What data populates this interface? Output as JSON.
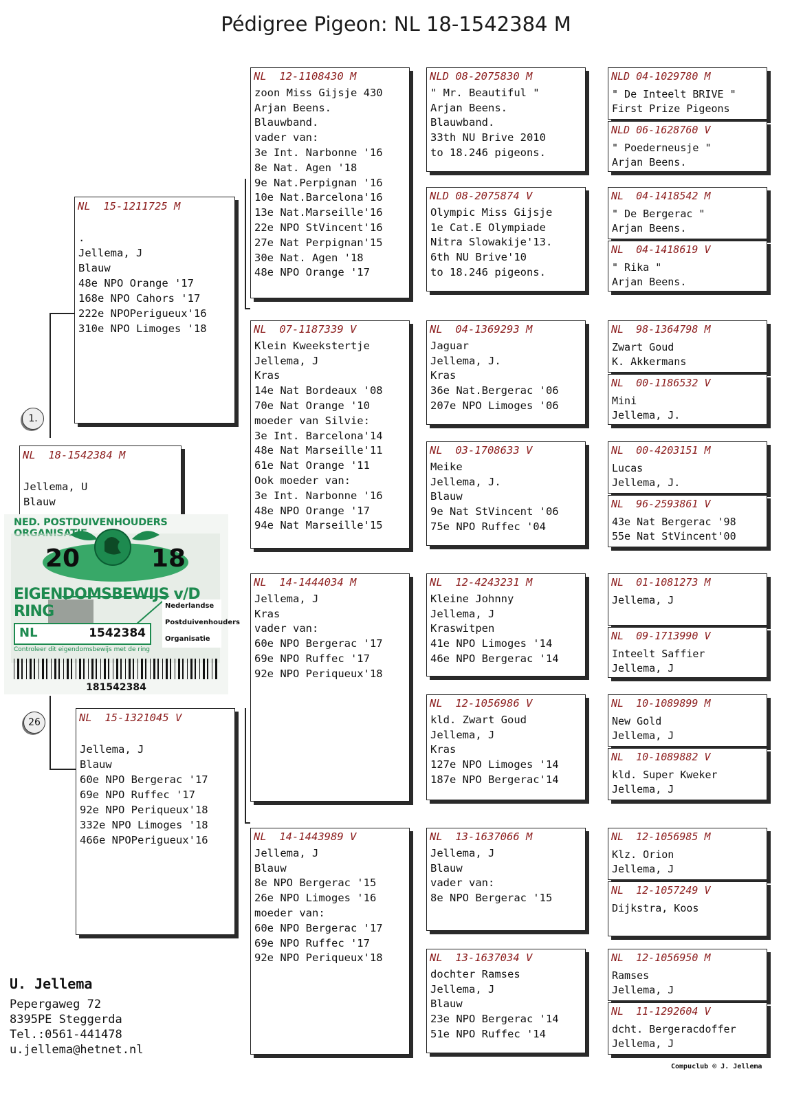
{
  "title": "Pédigree Pigeon: NL  18-1542384 M",
  "badges": {
    "first": "1.",
    "second": "26"
  },
  "subject": {
    "ring": "NL  18-1542384 M",
    "lines": [
      "Jellema, U",
      "Blauw"
    ]
  },
  "g1": [
    {
      "ring": "NL  15-1211725 M",
      "lines": [
        ".",
        "Jellema, J",
        "Blauw",
        "48e NPO Orange '17",
        "168e NPO Cahors '17",
        "222e NPOPerigueux'16",
        "310e NPO Limoges '18"
      ]
    },
    {
      "ring": "NL  15-1321045 V",
      "lines": [
        "Jellema, J",
        "Blauw",
        "60e NPO Bergerac '17",
        "69e NPO Ruffec '17",
        "92e NPO Periqueux'18",
        "332e NPO Limoges '18",
        "466e NPOPerigueux'16"
      ]
    }
  ],
  "g2": [
    {
      "ring": "NL  12-1108430 M",
      "lines": [
        "zoon Miss Gijsje 430",
        "Arjan Beens.",
        "Blauwband.",
        "vader van:",
        "3e Int. Narbonne '16",
        "8e Nat. Agen '18",
        "9e Nat.Perpignan '16",
        "10e Nat.Barcelona'16",
        "13e Nat.Marseille'16",
        "22e NPO StVincent'16",
        "27e Nat Perpignan'15",
        "30e Nat. Agen '18",
        "48e NPO Orange '17"
      ]
    },
    {
      "ring": "NL  07-1187339 V",
      "lines": [
        "Klein Kweekstertje",
        "Jellema, J",
        "Kras",
        "14e Nat Bordeaux '08",
        "70e Nat Orange '10",
        "moeder van Silvie:",
        "3e Int. Barcelona'14",
        "48e Nat Marseille'11",
        "61e Nat Orange '11",
        "Ook moeder van:",
        "3e Int. Narbonne '16",
        "48e NPO Orange '17",
        "94e Nat Marseille'15"
      ]
    },
    {
      "ring": "NL  14-1444034 M",
      "lines": [
        "",
        "Jellema, J",
        "Kras",
        "vader van:",
        "60e NPO Bergerac '17",
        "69e NPO Ruffec '17",
        "92e NPO Periqueux'18"
      ]
    },
    {
      "ring": "NL  14-1443989 V",
      "lines": [
        "",
        "Jellema, J",
        "Blauw",
        "8e NPO Bergerac '15",
        "26e NPO Limoges '16",
        "moeder van:",
        "60e NPO Bergerac '17",
        "69e NPO Ruffec '17",
        "92e NPO Periqueux'18"
      ]
    }
  ],
  "g3": [
    {
      "ring": "NLD 08-2075830 M",
      "lines": [
        "\" Mr. Beautiful \"",
        "Arjan Beens.",
        "Blauwband.",
        "33th NU Brive 2010",
        "to 18.246 pigeons."
      ]
    },
    {
      "ring": "NLD 08-2075874 V",
      "lines": [
        "Olympic Miss Gijsje",
        "1e Cat.E Olympiade",
        "Nitra Slowakije'13.",
        "6th NU Brive'10",
        "to 18.246 pigeons."
      ]
    },
    {
      "ring": "NL  04-1369293 M",
      "lines": [
        "Jaguar",
        "Jellema, J.",
        "Kras",
        "36e Nat.Bergerac '06",
        "207e NPO Limoges '06"
      ]
    },
    {
      "ring": "NL  03-1708633 V",
      "lines": [
        "Meike",
        "Jellema, J.",
        "Blauw",
        "9e Nat StVincent '06",
        "75e NPO Ruffec '04"
      ]
    },
    {
      "ring": "NL  12-4243231 M",
      "lines": [
        "Kleine Johnny",
        "Jellema, J",
        "Kraswitpen",
        "41e NPO Limoges '14",
        "46e NPO Bergerac '14"
      ]
    },
    {
      "ring": "NL  12-1056986 V",
      "lines": [
        "kld. Zwart Goud",
        "Jellema, J",
        "Kras",
        "127e NPO Limoges '14",
        "187e NPO Bergerac'14"
      ]
    },
    {
      "ring": "NL  13-1637066 M",
      "lines": [
        "",
        "Jellema, J",
        "Blauw",
        "vader van:",
        "8e NPO Bergerac '15"
      ]
    },
    {
      "ring": "NL  13-1637034 V",
      "lines": [
        "dochter Ramses",
        "Jellema, J",
        "Blauw",
        "23e NPO Bergerac '14",
        "51e NPO Ruffec '14"
      ]
    }
  ],
  "g4": [
    {
      "ring": "NLD 04-1029780 M",
      "lines": [
        "\" De Inteelt BRIVE \"",
        "First Prize Pigeons"
      ]
    },
    {
      "ring": "NLD 06-1628760 V",
      "lines": [
        "\" Poederneusje \"",
        "Arjan Beens."
      ]
    },
    {
      "ring": "NL  04-1418542 M",
      "lines": [
        "\" De Bergerac \"",
        "Arjan Beens."
      ]
    },
    {
      "ring": "NL  04-1418619 V",
      "lines": [
        "\" Rika \"",
        "Arjan Beens."
      ]
    },
    {
      "ring": "NL  98-1364798 M",
      "lines": [
        "Zwart Goud",
        "K. Akkermans"
      ]
    },
    {
      "ring": "NL  00-1186532 V",
      "lines": [
        "Mini",
        "Jellema, J."
      ]
    },
    {
      "ring": "NL  00-4203151 M",
      "lines": [
        "Lucas",
        "Jellema, J."
      ]
    },
    {
      "ring": "NL  96-2593861 V",
      "lines": [
        "43e Nat Bergerac '98",
        "55e Nat StVincent'00"
      ]
    },
    {
      "ring": "NL  01-1081273 M",
      "lines": [
        "",
        "Jellema, J"
      ]
    },
    {
      "ring": "NL  09-1713990 V",
      "lines": [
        "Inteelt Saffier",
        "Jellema, J"
      ]
    },
    {
      "ring": "NL  10-1089899 M",
      "lines": [
        "New Gold",
        "Jellema, J"
      ]
    },
    {
      "ring": "NL  10-1089882 V",
      "lines": [
        "kld. Super Kweker",
        "Jellema, J"
      ]
    },
    {
      "ring": "NL  12-1056985 M",
      "lines": [
        "Klz. Orion",
        "Jellema, J"
      ]
    },
    {
      "ring": "NL  12-1057249 V",
      "lines": [
        "",
        "Dijkstra, Koos"
      ]
    },
    {
      "ring": "NL  12-1056950 M",
      "lines": [
        "Ramses",
        "Jellema, J"
      ]
    },
    {
      "ring": "NL  11-1292604 V",
      "lines": [
        "dcht. Bergeracdoffer",
        "Jellema, J"
      ]
    }
  ],
  "certificate": {
    "org": "NED. POSTDUIVENHOUDERS ORGANISATIE",
    "year_left": "20",
    "year_right": "18",
    "title": "EIGENDOMSBEWIJS v/D RING",
    "country": "NL",
    "number": "1542384",
    "barcode_number": "181542384",
    "npo_lines": [
      "Nederlandse",
      "Postduivenhouders",
      "Organisatie"
    ],
    "control_text": "Controleer dit eigendomsbewijs met de ring",
    "colors": {
      "green": "#1d8a4f"
    }
  },
  "owner": {
    "name": "U. Jellema",
    "lines": [
      "Pepergaweg 72",
      "8395PE  Steggerda",
      "Tel.:0561-441478",
      "u.jellema@hetnet.nl"
    ]
  },
  "footer": "Compuclub © J. Jellema",
  "colors": {
    "ring_text": "#8b1c1c",
    "card_border": "#222222"
  }
}
